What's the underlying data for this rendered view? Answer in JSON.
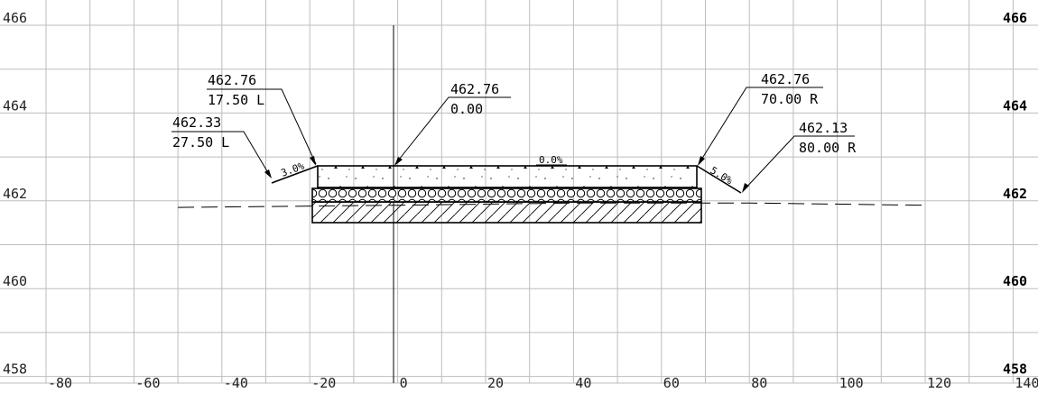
{
  "grid": {
    "x_min": -80,
    "x_max": 140,
    "x_step": 10,
    "y_min": 457.5,
    "y_max": 466.5,
    "y_step": 1,
    "x_tick_labels": [
      "-80",
      "-60",
      "-40",
      "-20",
      "0",
      "20",
      "40",
      "60",
      "80",
      "100",
      "120",
      "140"
    ],
    "y_tick_labels_left": [
      "466",
      "464",
      "462",
      "460",
      "458"
    ],
    "y_tick_labels_right": [
      "466",
      "464",
      "462",
      "460",
      "458"
    ],
    "line_color": "#bdbdbd"
  },
  "callouts": [
    {
      "id": "left-hinge",
      "elevation": "462.76",
      "offset": "17.50 L"
    },
    {
      "id": "left-toe",
      "elevation": "462.33",
      "offset": "27.50 L"
    },
    {
      "id": "centerline",
      "elevation": "462.76",
      "offset": "0.00"
    },
    {
      "id": "right-hinge",
      "elevation": "462.76",
      "offset": "70.00 R"
    },
    {
      "id": "right-toe",
      "elevation": "462.13",
      "offset": "80.00 R"
    }
  ],
  "slopes": {
    "left": "3.0%",
    "center": "0.0%",
    "right": "5.0%"
  },
  "section": {
    "centerline_station": 0,
    "deck_elevation": 462.76,
    "deck_left_offset": -17.5,
    "deck_right_offset": 70.0,
    "left_toe": {
      "offset": -27.5,
      "elevation": 462.33
    },
    "right_toe": {
      "offset": 80.0,
      "elevation": 462.13
    },
    "existing_ground": [
      [
        -50,
        461.85
      ],
      [
        0,
        461.9
      ],
      [
        40,
        461.95
      ],
      [
        80,
        461.95
      ],
      [
        120,
        461.9
      ]
    ]
  }
}
